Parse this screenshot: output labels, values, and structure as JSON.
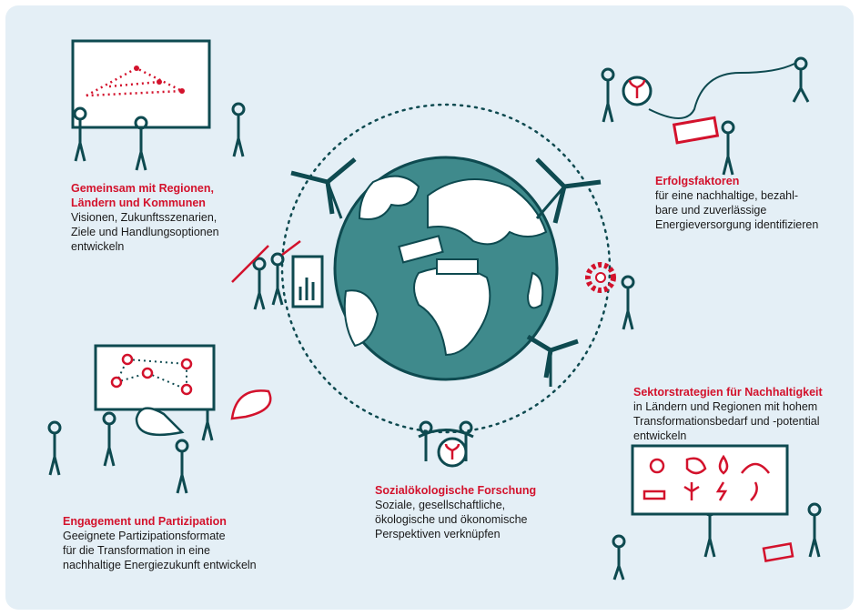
{
  "colors": {
    "background": "#e4eff6",
    "accent": "#d3122c",
    "ink": "#0e4a50",
    "globe": "#3f8a8c"
  },
  "blocks": [
    {
      "title_lines": [
        "Gemeinsam mit Regionen,",
        "Ländern und Kommunen"
      ],
      "text_lines": [
        "Visionen, Zukunftsszenarien,",
        "Ziele und Handlungsoptionen",
        "entwickeln"
      ]
    },
    {
      "title_lines": [
        "Erfolgsfaktoren"
      ],
      "text_lines": [
        "für eine nachhaltige, bezahl-",
        "bare und zuverlässige",
        "Energieversorgung identifizieren"
      ]
    },
    {
      "title_lines": [
        "Sektorstrategien für Nachhaltigkeit"
      ],
      "text_lines": [
        "in Ländern und Regionen mit hohem",
        "Transformationsbedarf und -potential",
        "entwickeln"
      ]
    },
    {
      "title_lines": [
        "Sozialökologische Forschung"
      ],
      "text_lines": [
        "Soziale, gesellschaftliche,",
        "ökologische und ökonomische",
        "Perspektiven verknüpfen"
      ]
    },
    {
      "title_lines": [
        "Engagement und Partizipation"
      ],
      "text_lines": [
        "Geeignete Partizipationsformate",
        "für die Transformation in eine",
        "nachhaltige Energiezukunft entwickeln"
      ]
    }
  ]
}
